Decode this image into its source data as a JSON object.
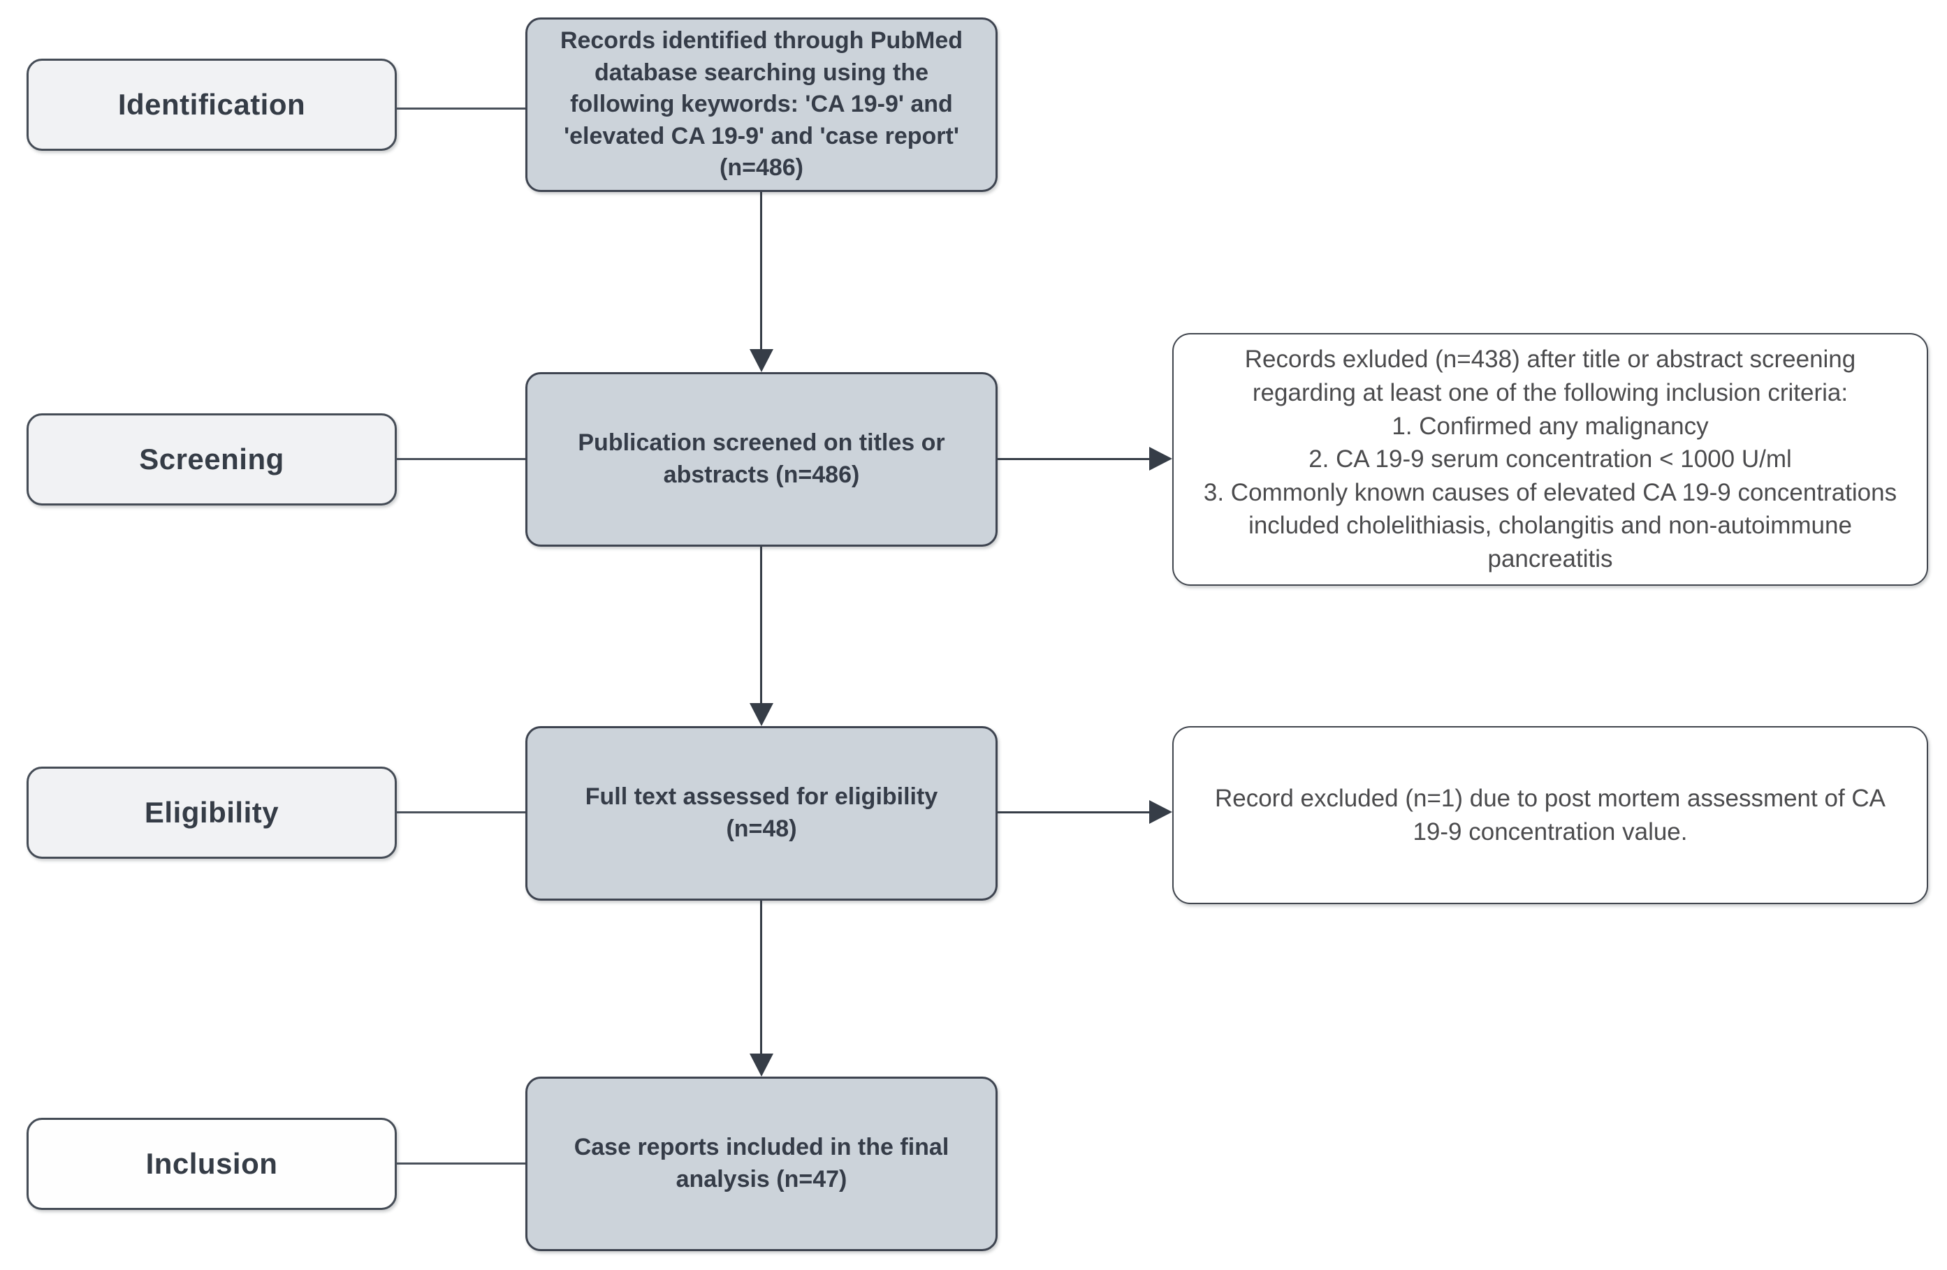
{
  "stages": [
    {
      "label": "Identification"
    },
    {
      "label": "Screening"
    },
    {
      "label": "Eligibility"
    },
    {
      "label": "Inclusion"
    }
  ],
  "flow": [
    {
      "text": "Records identified through PubMed database searching using the following keywords: 'CA 19-9' and 'elevated CA 19-9' and 'case report' (n=486)"
    },
    {
      "text": "Publication screened on titles or abstracts (n=486)"
    },
    {
      "text": "Full text assessed for eligibility (n=48)"
    },
    {
      "text": "Case reports included in the final analysis (n=47)"
    }
  ],
  "exclusions": {
    "screening": {
      "intro": "Records exluded (n=438) after title or abstract screening regarding at least one of the following inclusion criteria:",
      "items": [
        "1. Confirmed any malignancy",
        "2. CA 19-9 serum concentration < 1000 U/ml",
        "3. Commonly known causes of elevated CA 19-9 concentrations included cholelithiasis, cholangitis and non-autoimmune pancreatitis"
      ]
    },
    "eligibility": {
      "text": "Record excluded (n=1) due to post mortem assessment of CA 19-9 concentration value."
    }
  },
  "colors": {
    "flow_box_fill": "#ccd3da",
    "stage_box_fill": "#f1f2f4",
    "inclusion_box_fill": "#fefefe",
    "side_box_fill": "#ffffff",
    "box_border": "#3e4450",
    "arrow": "#363d47",
    "connector": "#49505a",
    "flow_text": "#353c48",
    "side_text": "#4b4b4d"
  }
}
